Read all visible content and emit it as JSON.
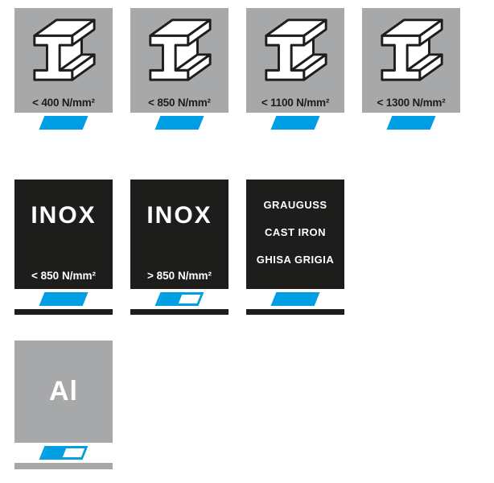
{
  "colors": {
    "tile_gray": "#a6a8aa",
    "tile_black": "#1d1d1b",
    "indicator_blue": "#009fe3",
    "strip_white": "#ffffff"
  },
  "tiles": [
    {
      "id": "steel-400",
      "type": "steel-beam",
      "label": "< 400 N/mm²",
      "indicator": "full"
    },
    {
      "id": "steel-850",
      "type": "steel-beam",
      "label": "< 850 N/mm²",
      "indicator": "full"
    },
    {
      "id": "steel-1100",
      "type": "steel-beam",
      "label": "< 1100 N/mm²",
      "indicator": "full"
    },
    {
      "id": "steel-1300",
      "type": "steel-beam",
      "label": "< 1300 N/mm²",
      "indicator": "full"
    },
    {
      "id": "inox-lt-850",
      "type": "inox",
      "title": "INOX",
      "label": "< 850 N/mm²",
      "indicator": "full"
    },
    {
      "id": "inox-gt-850",
      "type": "inox",
      "title": "INOX",
      "label": "> 850 N/mm²",
      "indicator": "half"
    },
    {
      "id": "cast-iron",
      "type": "cast-iron",
      "lines": [
        "GRAUGUSS",
        "CAST IRON",
        "GHISA GRIGIA"
      ],
      "indicator": "full"
    },
    {
      "id": "aluminium",
      "type": "aluminium",
      "title": "Al",
      "indicator": "half"
    }
  ]
}
